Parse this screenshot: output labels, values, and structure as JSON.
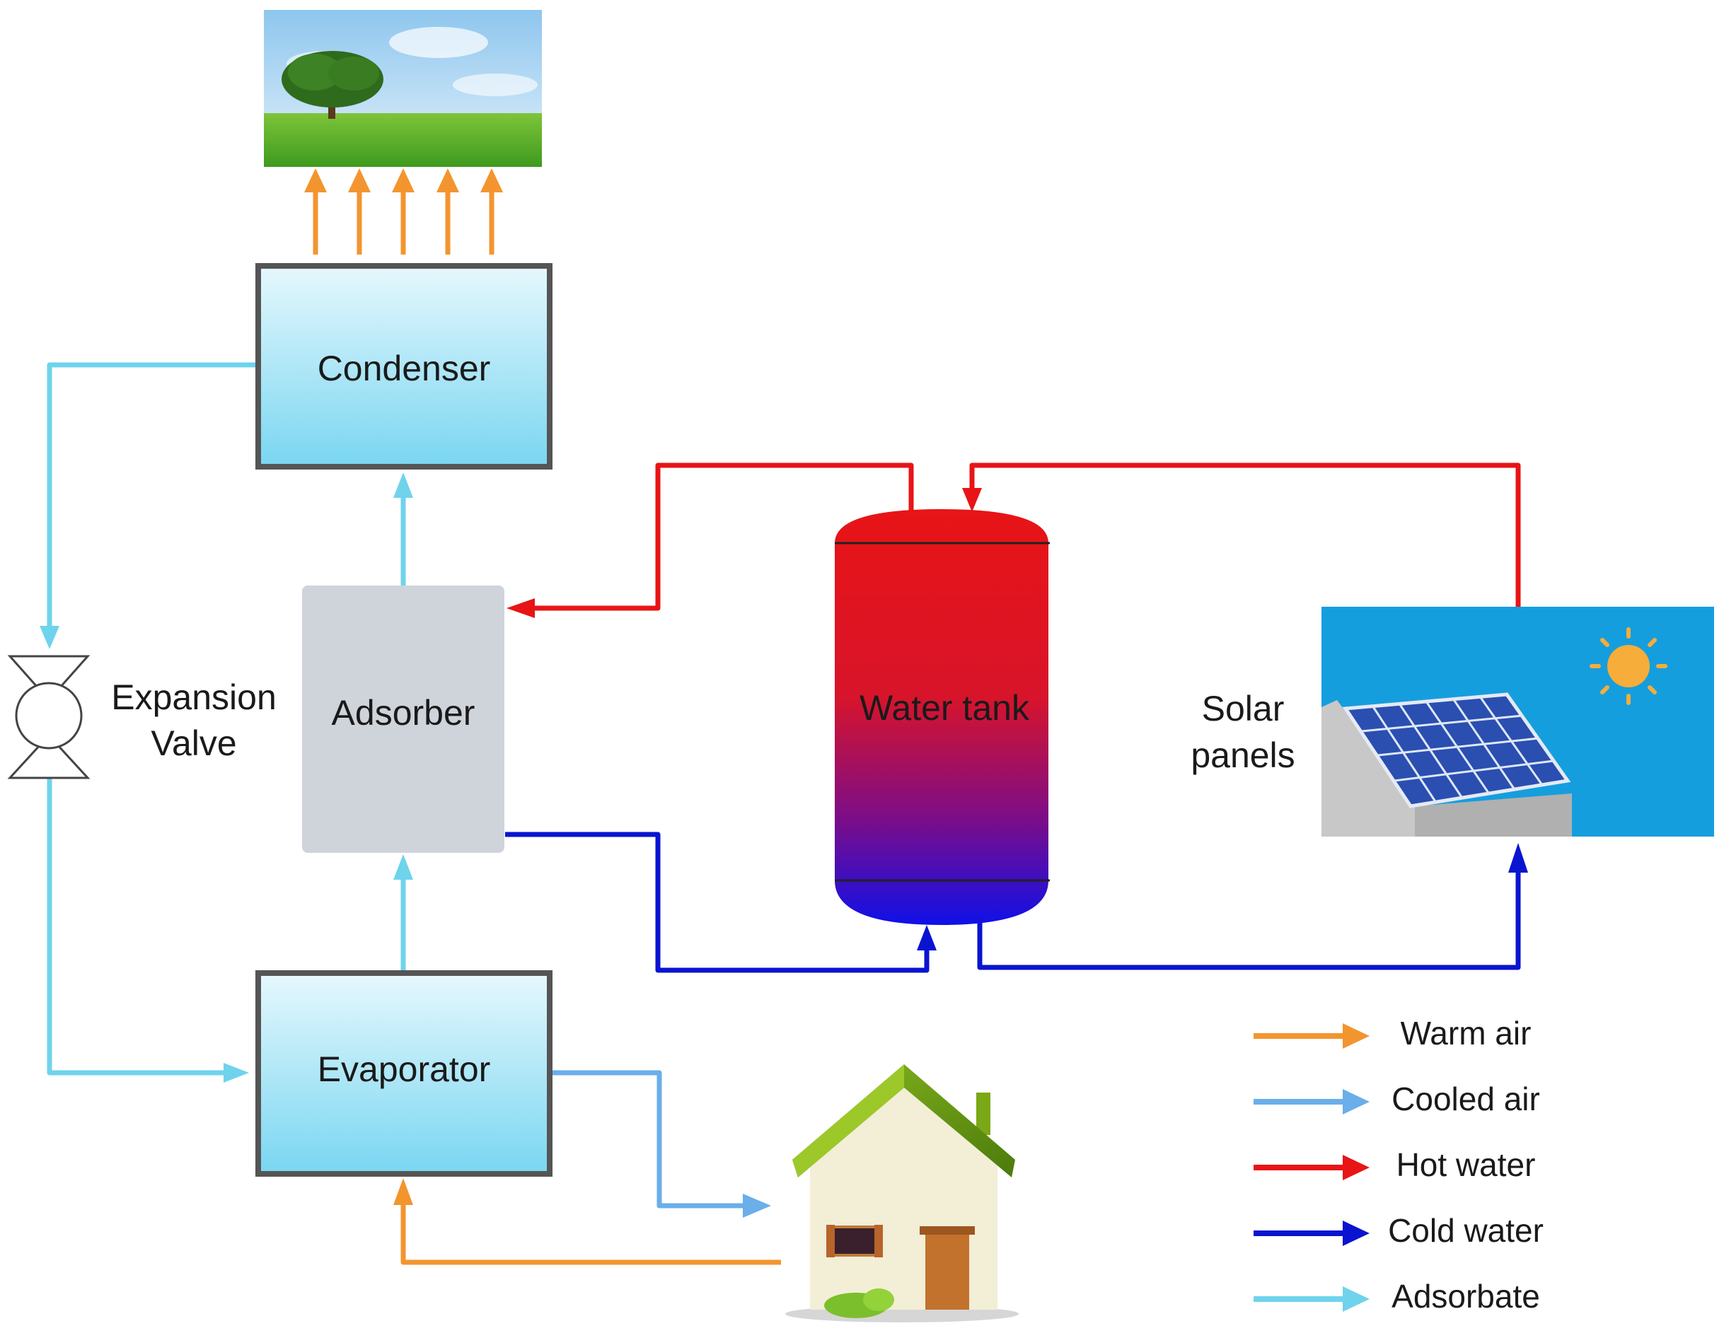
{
  "labels": {
    "condenser": "Condenser",
    "adsorber": "Adsorber",
    "evaporator": "Evaporator",
    "expansion_valve_line1": "Expansion",
    "expansion_valve_line2": "Valve",
    "water_tank": "Water tank",
    "solar_panels_line1": "Solar",
    "solar_panels_line2": "panels"
  },
  "legend": [
    {
      "label": "Warm air",
      "color": "#f3952f"
    },
    {
      "label": "Cooled air",
      "color": "#6aaeea"
    },
    {
      "label": "Hot water",
      "color": "#e81416"
    },
    {
      "label": "Cold water",
      "color": "#0a14d0"
    },
    {
      "label": "Adsorbate",
      "color": "#6fd3ec"
    }
  ],
  "colors": {
    "warm_air": "#f3952f",
    "cooled_air": "#6aaeea",
    "hot_water": "#e81416",
    "cold_water": "#0a14d0",
    "adsorbate": "#6fd3ec",
    "box_border": "#555555",
    "adsorber_fill": "#cfd3da",
    "sky": "#159ede"
  },
  "icons": [
    "tree-landscape-icon",
    "house-icon",
    "solar-panel-icon",
    "sun-icon",
    "expansion-valve-icon"
  ]
}
